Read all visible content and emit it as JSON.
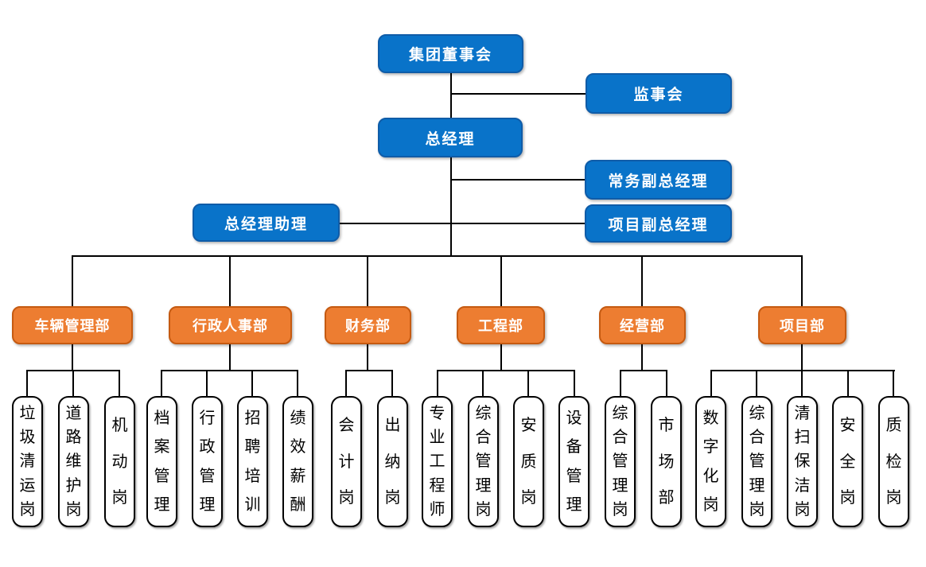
{
  "colors": {
    "blue_fill": "#0973C9",
    "blue_border": "#0F5CA8",
    "orange_fill": "#ED7D31",
    "orange_border": "#C55A11",
    "line": "#000000",
    "leaf_border": "#000000"
  },
  "nodes": {
    "board": {
      "label": "集团董事会"
    },
    "supervisory": {
      "label": "监事会"
    },
    "gm": {
      "label": "总经理"
    },
    "deputy_gm_executive": {
      "label": "常务副总经理"
    },
    "gm_assistant": {
      "label": "总经理助理"
    },
    "deputy_gm_project": {
      "label": "项目副总经理"
    }
  },
  "departments": [
    {
      "label": "车辆管理部",
      "positions": [
        "垃圾清运岗",
        "道路维护岗",
        "机动岗"
      ]
    },
    {
      "label": "行政人事部",
      "positions": [
        "档案管理",
        "行政管理",
        "招聘培训",
        "绩效薪酬"
      ]
    },
    {
      "label": "财务部",
      "positions": [
        "会计岗",
        "出纳岗"
      ]
    },
    {
      "label": "工程部",
      "positions": [
        "专业工程师",
        "综合管理岗",
        "安质岗",
        "设备管理"
      ]
    },
    {
      "label": "经营部",
      "positions": [
        "综合管理岗",
        "市场部"
      ]
    },
    {
      "label": "项目部",
      "positions": [
        "数字化岗",
        "综合管理岗",
        "清扫保洁岗",
        "安全岗",
        "质检岗"
      ]
    }
  ]
}
